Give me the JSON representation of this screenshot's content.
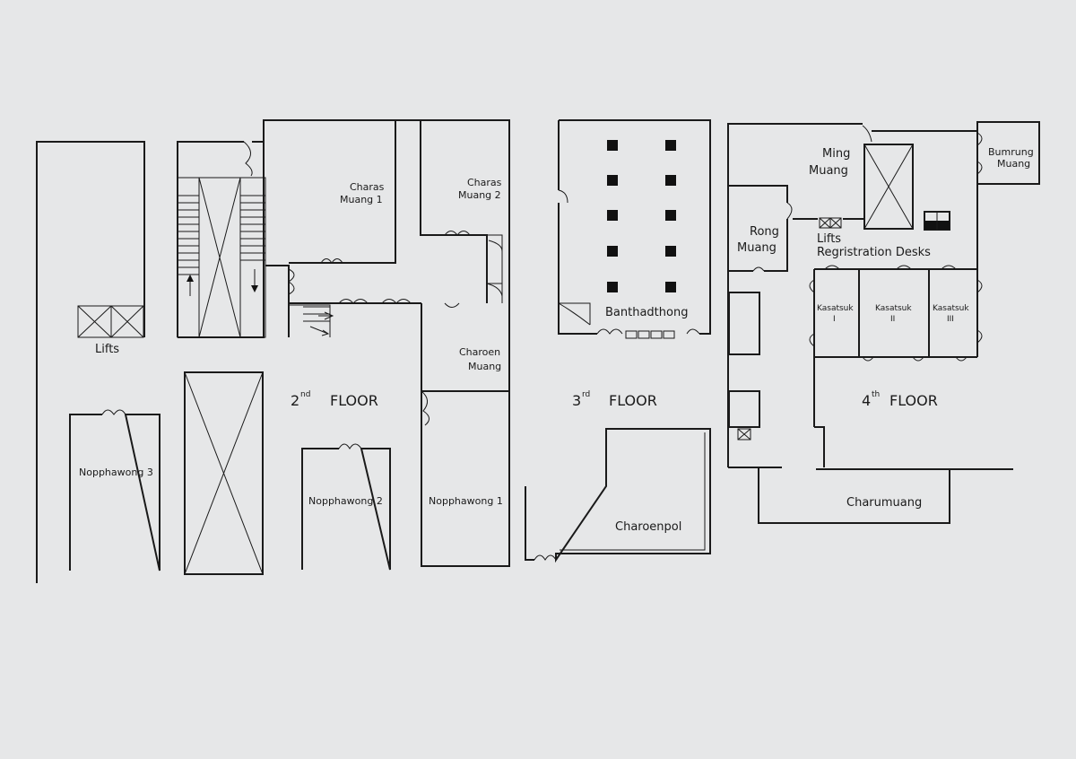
{
  "floors": {
    "second": {
      "number": "2",
      "suffix": "nd",
      "word": "FLOOR"
    },
    "third": {
      "number": "3",
      "suffix": "rd",
      "word": "FLOOR"
    },
    "fourth": {
      "number": "4",
      "suffix": "th",
      "word": "FLOOR"
    }
  },
  "rooms": {
    "lifts_left": "Lifts",
    "charas_muang_1": [
      "Charas",
      "Muang 1"
    ],
    "charas_muang_2": [
      "Charas",
      "Muang 2"
    ],
    "charoen_muang": [
      "Charoen",
      "Muang"
    ],
    "nopphawong_1": "Nopphawong 1",
    "nopphawong_2": "Nopphawong 2",
    "nopphawong_3": "Nopphawong 3",
    "banthadthong": "Banthadthong",
    "charoenpol": "Charoenpol",
    "ming_muang": [
      "Ming",
      "Muang"
    ],
    "bumrung_muang": [
      "Bumrung",
      "Muang"
    ],
    "rong_muang": [
      "Rong",
      "Muang"
    ],
    "lifts_right": "Lifts",
    "registration_desks": "Regristration Desks",
    "kasatsuk_1": [
      "Kasatsuk",
      "I"
    ],
    "kasatsuk_2": [
      "Kasatsuk",
      "II"
    ],
    "kasatsuk_3": [
      "Kasatsuk",
      "III"
    ],
    "charumuang": "Charumuang"
  },
  "colors": {
    "background": "#e6e7e8",
    "line": "#1a1a1a"
  }
}
